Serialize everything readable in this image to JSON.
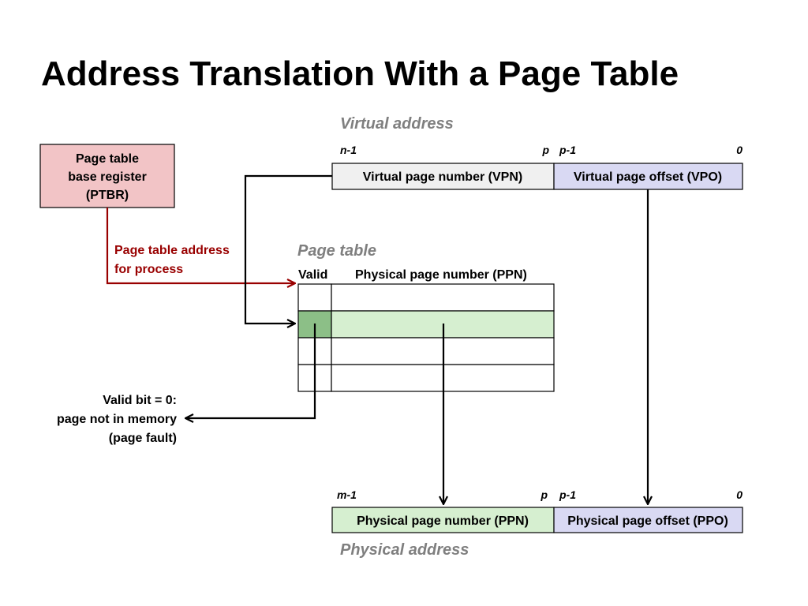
{
  "title": "Address Translation With a Page Table",
  "virtual_address": {
    "label": "Virtual address",
    "bits": {
      "high": "n-1",
      "split_high": "p",
      "split_low": "p-1",
      "low": "0"
    },
    "vpn_label": "Virtual page number (VPN)",
    "vpo_label": "Virtual page offset (VPO)"
  },
  "ptbr": {
    "line1": "Page table",
    "line2": "base register",
    "line3": "(PTBR)"
  },
  "page_table_address": {
    "line1": "Page table address",
    "line2": "for process"
  },
  "page_table": {
    "label": "Page table",
    "valid_header": "Valid",
    "ppn_header": "Physical page number (PPN)",
    "row_count": 4,
    "highlighted_row": 1
  },
  "valid_note": {
    "line1": "Valid bit = 0:",
    "line2": "page not in memory",
    "line3": "(page fault)"
  },
  "physical_address": {
    "label": "Physical address",
    "bits": {
      "high": "m-1",
      "split_high": "p",
      "split_low": "p-1",
      "low": "0"
    },
    "ppn_label": "Physical page number (PPN)",
    "ppo_label": "Physical page offset (PPO)"
  },
  "colors": {
    "ptbr_fill": "#f2c4c6",
    "vpn_fill": "#f0f0f0",
    "vpo_fill": "#d9d9f3",
    "ppn_fill": "#d6efd0",
    "ppo_fill": "#d9d9f3",
    "valid_highlight": "#8cbf87",
    "row_highlight": "#d6efd0",
    "accent_red": "#990000",
    "italic_gray": "#7f7f7f"
  }
}
